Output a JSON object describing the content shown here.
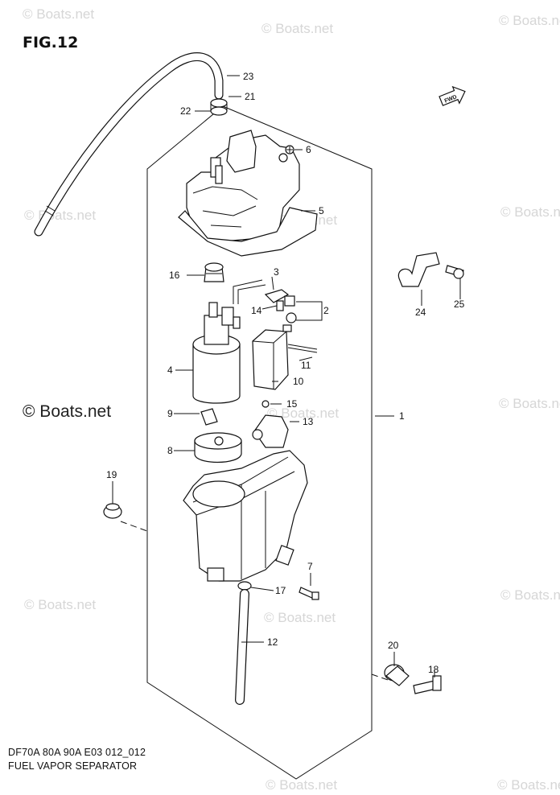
{
  "figure": {
    "title": "FIG.12",
    "footer_code": "DF70A 80A 90A E03 012_012",
    "footer_name": "FUEL VAPOR SEPARATOR",
    "fwd_label": "FWD"
  },
  "watermark": {
    "text": "© Boats.net",
    "feature_text": "© Boats.net"
  },
  "callouts": [
    "1",
    "2",
    "3",
    "4",
    "5",
    "6",
    "7",
    "8",
    "9",
    "10",
    "11",
    "12",
    "13",
    "14",
    "15",
    "16",
    "17",
    "18",
    "19",
    "20",
    "21",
    "22",
    "23",
    "24",
    "25"
  ],
  "colors": {
    "line": "#111111",
    "watermark": "#d6d6d6",
    "background": "#ffffff"
  }
}
